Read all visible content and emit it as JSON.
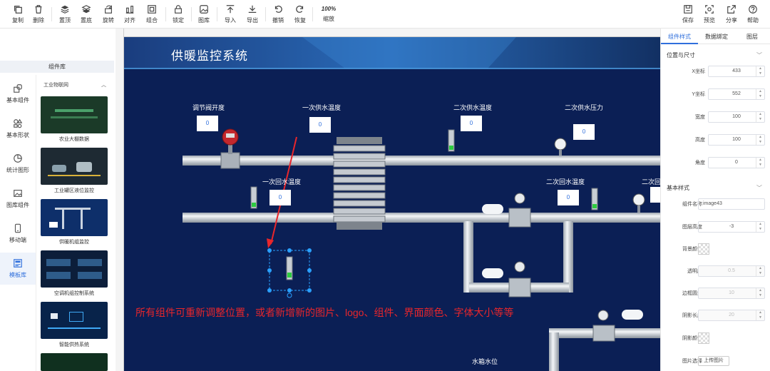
{
  "toolbar": {
    "left": [
      {
        "label": "复制",
        "icon": "copy-icon"
      },
      {
        "label": "删除",
        "icon": "delete-icon"
      },
      {
        "label": "置顶",
        "icon": "bring-to-top-icon"
      },
      {
        "label": "置底",
        "icon": "send-to-bottom-icon"
      },
      {
        "label": "旋转",
        "icon": "rotate-icon"
      },
      {
        "label": "对齐",
        "icon": "align-icon"
      },
      {
        "label": "组合",
        "icon": "group-icon"
      },
      {
        "label": "锁定",
        "icon": "lock-icon"
      },
      {
        "label": "图库",
        "icon": "gallery-icon"
      },
      {
        "label": "导入",
        "icon": "import-icon"
      },
      {
        "label": "导出",
        "icon": "export-icon"
      },
      {
        "label": "撤销",
        "icon": "undo-icon"
      },
      {
        "label": "恢复",
        "icon": "redo-icon"
      }
    ],
    "zoom": {
      "value": "100%",
      "label": "缩放"
    },
    "right": [
      {
        "label": "保存",
        "icon": "save-icon"
      },
      {
        "label": "预览",
        "icon": "preview-icon"
      },
      {
        "label": "分享",
        "icon": "share-icon"
      },
      {
        "label": "帮助",
        "icon": "help-icon"
      }
    ]
  },
  "left_panel": {
    "header": "组件库",
    "tabs": [
      {
        "label": "基本组件",
        "icon": "basic-components-icon"
      },
      {
        "label": "基本形状",
        "icon": "basic-shapes-icon"
      },
      {
        "label": "统计图形",
        "icon": "chart-icon"
      },
      {
        "label": "图库组件",
        "icon": "image-library-icon"
      },
      {
        "label": "移动端",
        "icon": "mobile-icon"
      },
      {
        "label": "模板库",
        "icon": "template-icon"
      }
    ],
    "active_tab": 5,
    "group": "工业物联网",
    "templates": [
      "农业大棚数据",
      "工业罐区液位监控",
      "供暖机组监控",
      "空调机组控制系统",
      "智能供热系统",
      ""
    ]
  },
  "canvas": {
    "title": "供暖监控系统",
    "labels": {
      "valve": "调节阀开度",
      "supply1": "一次供水温度",
      "supply2": "二次供水温度",
      "pressure2": "二次供水压力",
      "return1": "一次回水温度",
      "return2": "二次回水温度",
      "return2b": "二次回",
      "tank": "水箱水位"
    },
    "values": {
      "valve": "0",
      "supply1": "0",
      "supply2": "0",
      "pressure2": "0",
      "return1": "0",
      "return2": "0"
    },
    "annotation": "所有组件可重新调整位置，或者新增新的图片、logo、组件、界面颜色、字体大小等等",
    "colors": {
      "background": "#0b1f55",
      "annotation": "#e8262b",
      "selection": "#2aa0ff"
    }
  },
  "right_panel": {
    "tabs": [
      "组件样式",
      "数据绑定",
      "图层"
    ],
    "active_tab": 0,
    "position_section": "位置与尺寸",
    "position": [
      {
        "label": "X坐标",
        "value": "433"
      },
      {
        "label": "Y坐标",
        "value": "552"
      },
      {
        "label": "宽度",
        "value": "100"
      },
      {
        "label": "高度",
        "value": "100"
      },
      {
        "label": "角度",
        "value": "0"
      }
    ],
    "style_section": "基本样式",
    "component_name": {
      "label": "组件名称",
      "value": "image43"
    },
    "layer_height": {
      "label": "图层高度",
      "value": "-3"
    },
    "bg_color": {
      "label": "背景颜色"
    },
    "opacity": {
      "label": "透明度",
      "value": "0.5"
    },
    "radius": {
      "label": "边框圆角",
      "value": "10"
    },
    "shadow_len": {
      "label": "阴影长度",
      "value": "20"
    },
    "shadow_color": {
      "label": "阴影颜色"
    },
    "image_select": {
      "label": "图片选择",
      "button": "上传图片"
    }
  }
}
